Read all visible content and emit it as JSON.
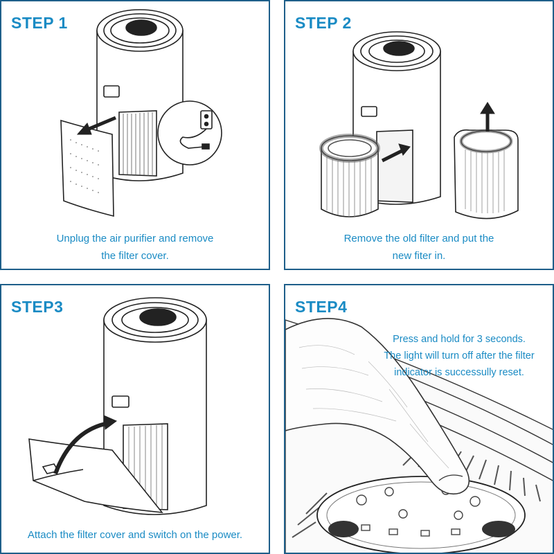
{
  "colors": {
    "frame": "#1e5f8a",
    "accent_text": "#1a8bc4",
    "line_art": "#222222"
  },
  "steps": [
    {
      "title": "STEP 1",
      "caption_lines": [
        "Unplug the air purifier and remove",
        "the filter cover."
      ]
    },
    {
      "title": "STEP 2",
      "caption_lines": [
        "Remove the old filter and put the",
        "new fiter in."
      ]
    },
    {
      "title": "STEP3",
      "caption_lines": [
        "Attach the filter cover and switch on the power."
      ]
    },
    {
      "title": "STEP4",
      "caption_lines": [
        "Press and hold for 3 seconds.",
        "The light will turn off after the filter",
        "indicator is successully reset."
      ]
    }
  ]
}
